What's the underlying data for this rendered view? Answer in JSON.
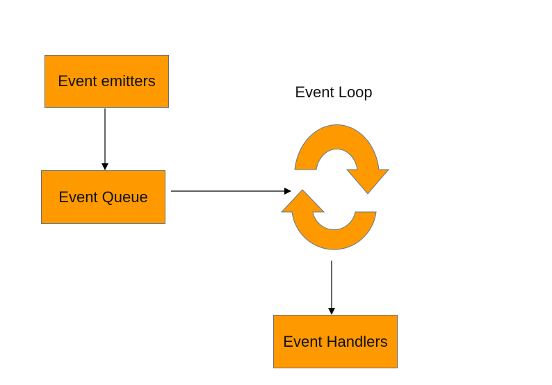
{
  "diagram": {
    "colors": {
      "box_fill": "#FF9900",
      "loop_fill": "#FF9900",
      "outline": "#5F7A94",
      "arrow": "#000000",
      "text": "#111111"
    },
    "nodes": {
      "emitters": {
        "label": "Event emitters"
      },
      "queue": {
        "label": "Event Queue"
      },
      "handlers": {
        "label": "Event Handlers"
      }
    },
    "loop": {
      "title": "Event Loop",
      "icon": "circular-arrows-icon"
    },
    "edges": [
      {
        "from": "emitters",
        "to": "queue"
      },
      {
        "from": "queue",
        "to": "loop"
      },
      {
        "from": "loop",
        "to": "handlers"
      }
    ]
  }
}
